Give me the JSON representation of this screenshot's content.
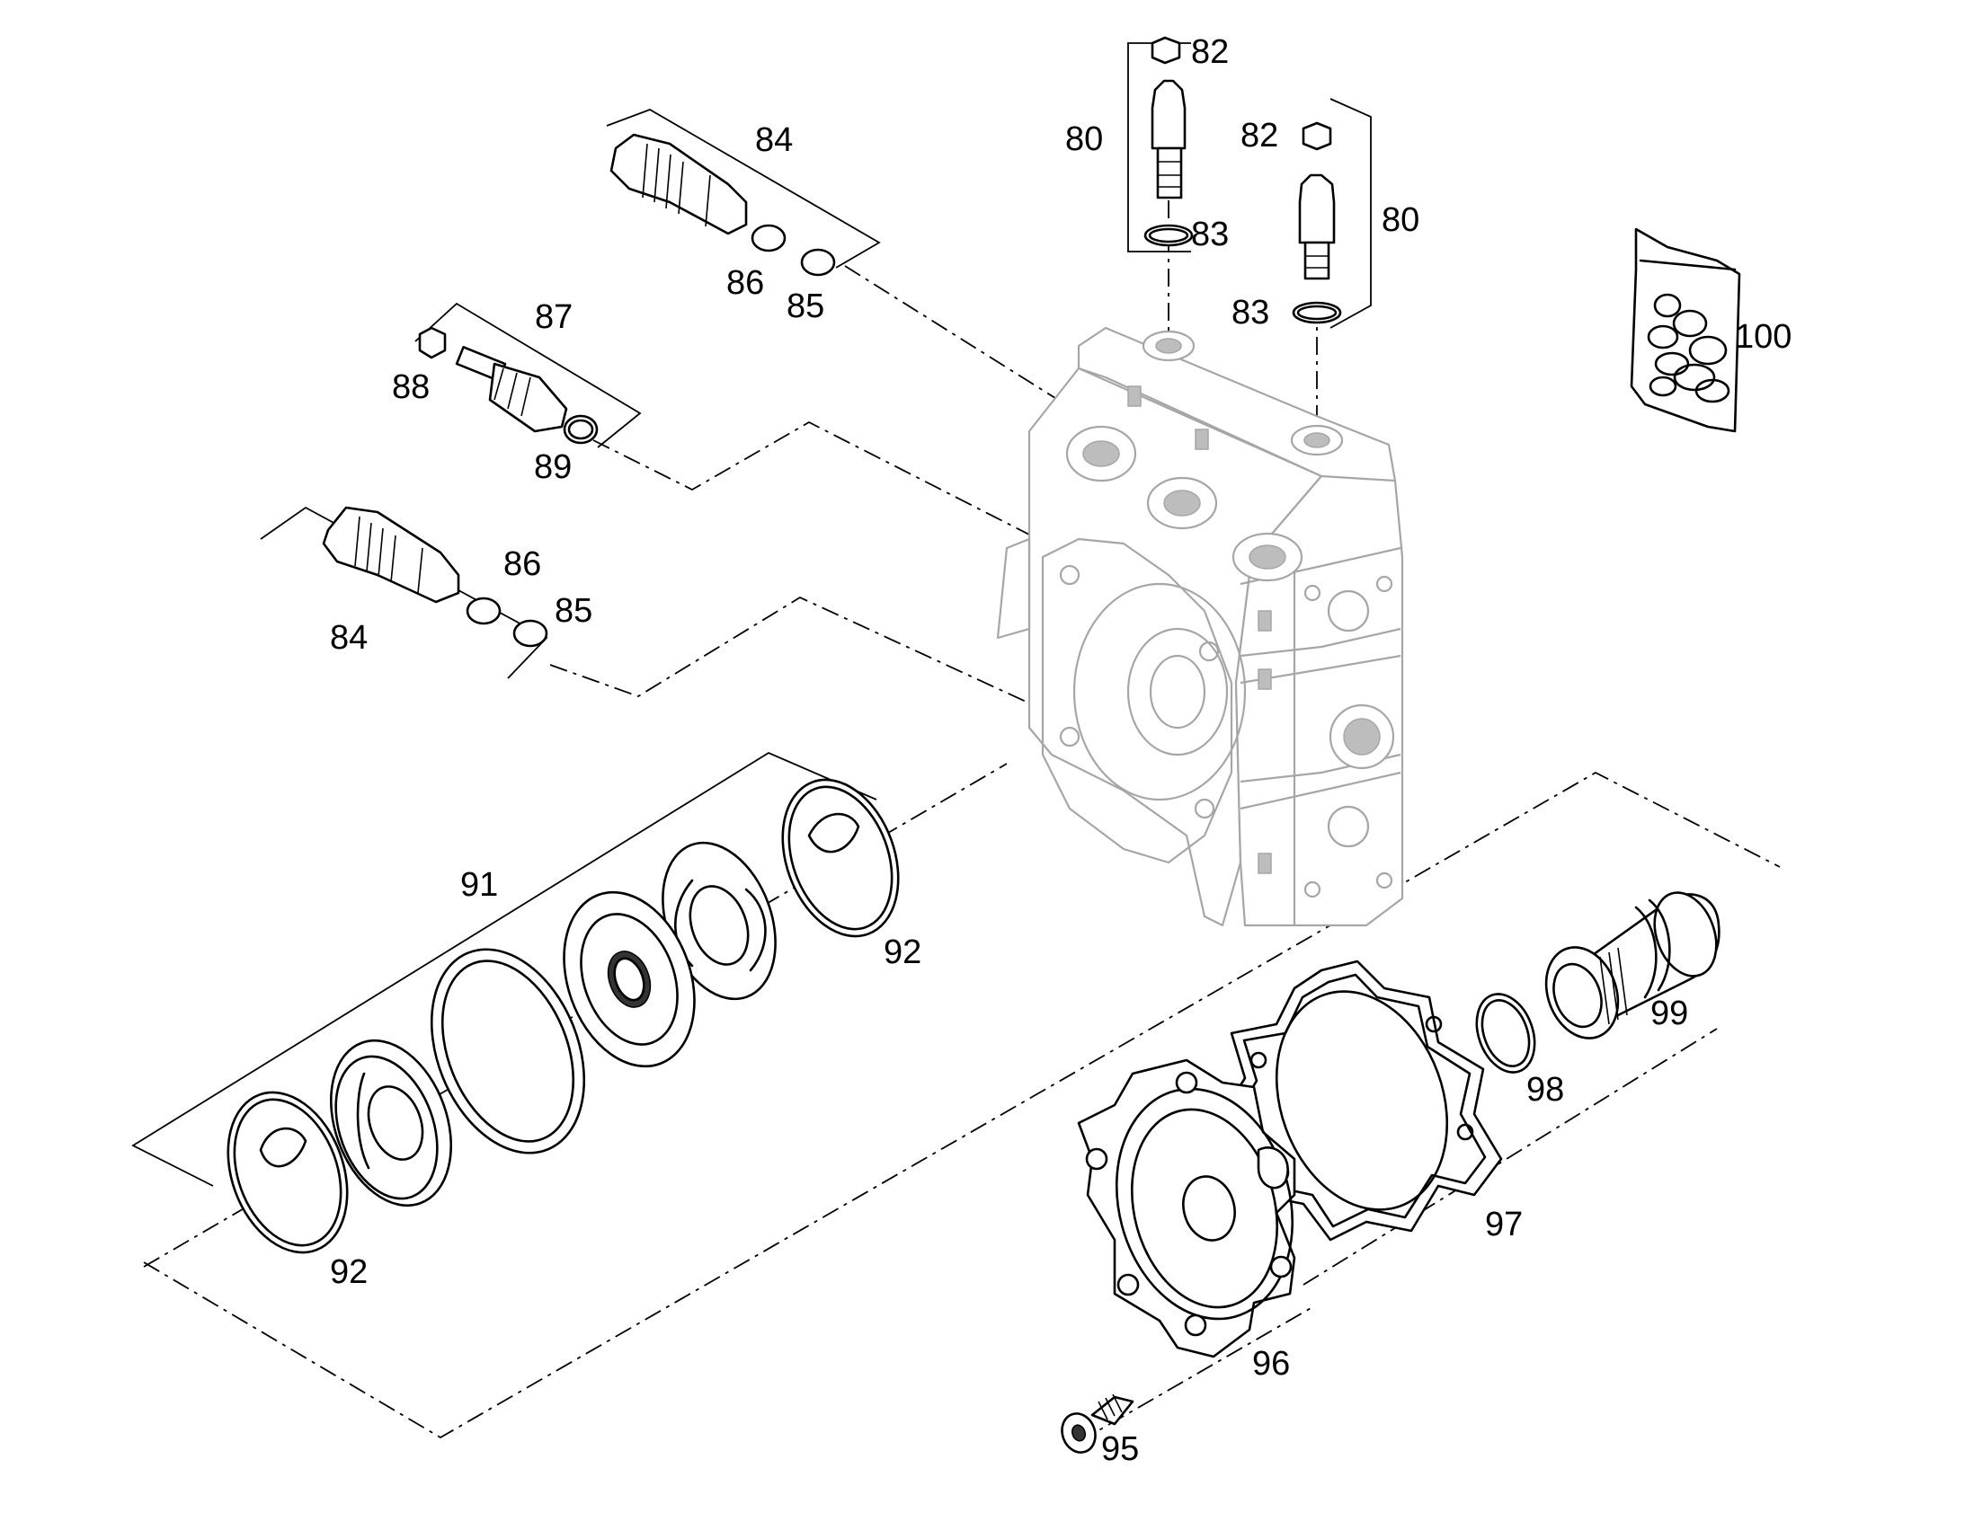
{
  "diagram": {
    "callouts": [
      {
        "id": "c82a",
        "text": "82"
      },
      {
        "id": "c80a",
        "text": "80"
      },
      {
        "id": "c83a",
        "text": "83"
      },
      {
        "id": "c82b",
        "text": "82"
      },
      {
        "id": "c80b",
        "text": "80"
      },
      {
        "id": "c83b",
        "text": "83"
      },
      {
        "id": "c84a",
        "text": "84"
      },
      {
        "id": "c86a",
        "text": "86"
      },
      {
        "id": "c85a",
        "text": "85"
      },
      {
        "id": "c87",
        "text": "87"
      },
      {
        "id": "c88",
        "text": "88"
      },
      {
        "id": "c89",
        "text": "89"
      },
      {
        "id": "c86b",
        "text": "86"
      },
      {
        "id": "c85b",
        "text": "85"
      },
      {
        "id": "c84b",
        "text": "84"
      },
      {
        "id": "c100",
        "text": "100"
      },
      {
        "id": "c91",
        "text": "91"
      },
      {
        "id": "c92a",
        "text": "92"
      },
      {
        "id": "c92b",
        "text": "92"
      },
      {
        "id": "c99",
        "text": "99"
      },
      {
        "id": "c98",
        "text": "98"
      },
      {
        "id": "c97",
        "text": "97"
      },
      {
        "id": "c96",
        "text": "96"
      },
      {
        "id": "c95",
        "text": "95"
      }
    ],
    "colors": {
      "line": "#000000",
      "housing": "#a6a6a6",
      "background": "#ffffff"
    }
  }
}
